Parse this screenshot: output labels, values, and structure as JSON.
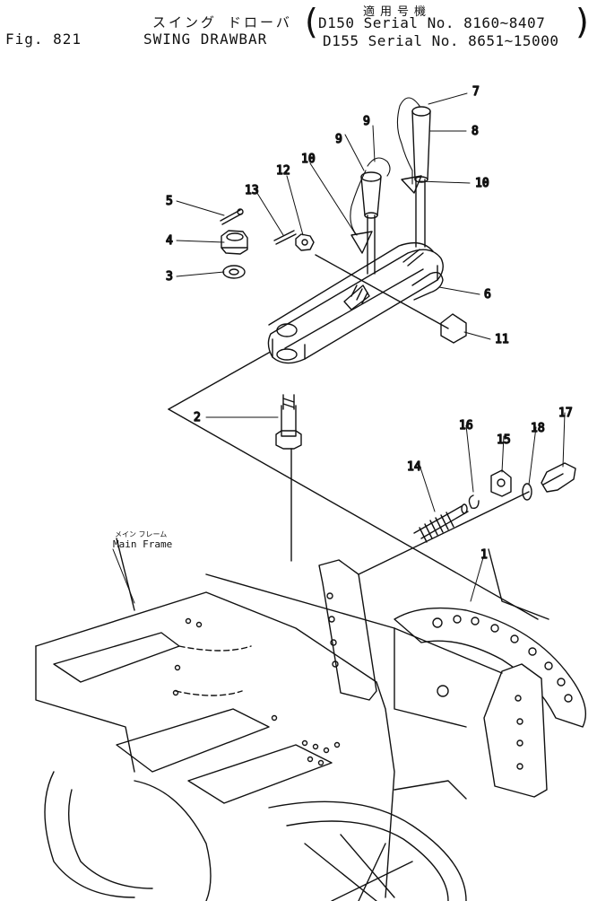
{
  "header": {
    "usage_label_jp": "適用号機",
    "title_jp": "スイング ドローバ",
    "fig_label": "Fig. 821",
    "title": "SWING DRAWBAR",
    "serial_1": "D150 Serial No. 8160~8407",
    "serial_2": "D155 Serial No. 8651~15000"
  },
  "main_frame": {
    "label_jp": "メイン フレーム",
    "label": "Main Frame"
  },
  "callouts": [
    "1",
    "2",
    "3",
    "4",
    "5",
    "6",
    "7",
    "8",
    "9",
    "9",
    "10",
    "10",
    "11",
    "12",
    "13",
    "14",
    "15",
    "16",
    "17",
    "18"
  ]
}
